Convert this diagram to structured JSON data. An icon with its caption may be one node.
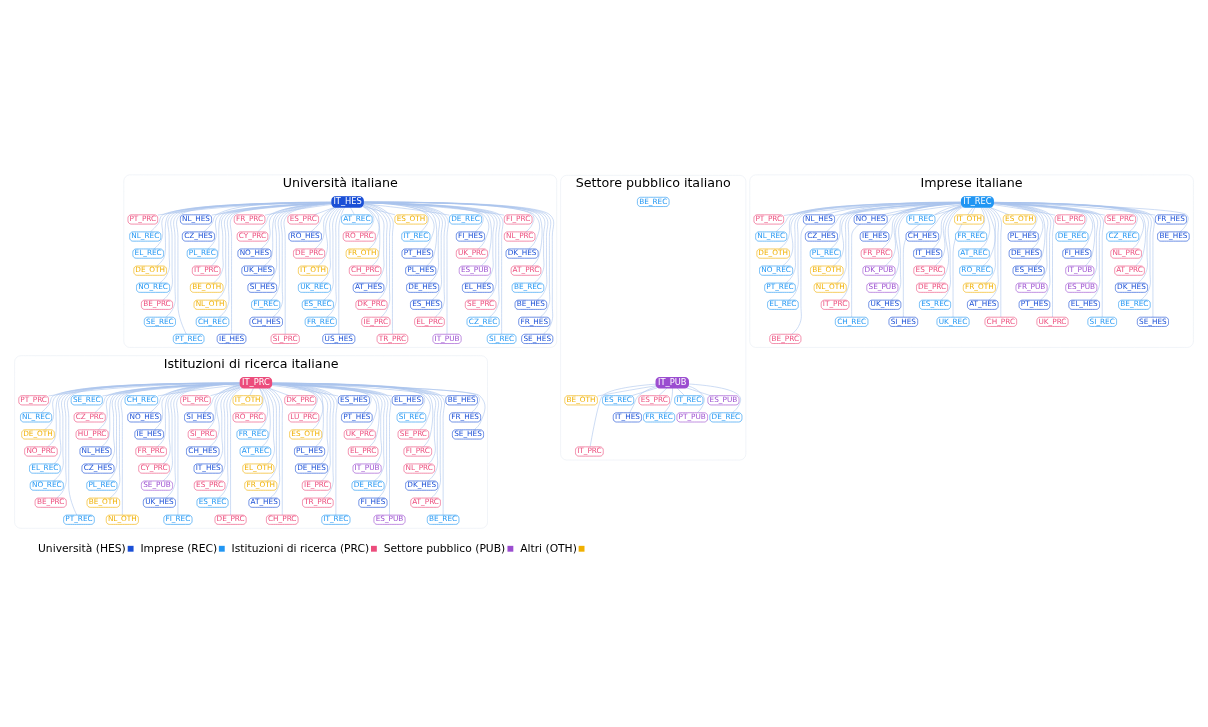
{
  "diagram": {
    "nodes": [
      {
        "text": [
          "Università italiane"
        ]
      },
      {
        "text": [
          "IT_HES"
        ],
        "in": 0
      },
      {
        "text": [
          "PT_PRC"
        ],
        "in": 0
      },
      {
        "text": [
          "NL_REC"
        ],
        "in": 0
      },
      {
        "text": [
          "EL_REC"
        ],
        "in": 0
      },
      {
        "text": [
          "DE_OTH"
        ],
        "in": 0
      },
      {
        "text": [
          "NO_REC"
        ],
        "in": 0
      },
      {
        "text": [
          "BE_PRC"
        ],
        "in": 0
      },
      {
        "text": [
          "SE_REC"
        ],
        "in": 0
      },
      {
        "text": [
          "PT_REC"
        ],
        "in": 0
      },
      {
        "text": [
          "NL_HES"
        ],
        "in": 0
      },
      {
        "text": [
          "CZ_HES"
        ],
        "in": 0
      },
      {
        "text": [
          "PL_REC"
        ],
        "in": 0
      },
      {
        "text": [
          "IT_PRC"
        ],
        "in": 0
      },
      {
        "text": [
          "BE_OTH"
        ],
        "in": 0
      },
      {
        "text": [
          "NL_OTH"
        ],
        "in": 0
      },
      {
        "text": [
          "CH_REC"
        ],
        "in": 0
      },
      {
        "text": [
          "IE_HES"
        ],
        "in": 0
      },
      {
        "text": [
          "FR_PRC"
        ],
        "in": 0
      },
      {
        "text": [
          "CY_PRC"
        ],
        "in": 0
      },
      {
        "text": [
          "NO_HES"
        ],
        "in": 0
      },
      {
        "text": [
          "UK_HES"
        ],
        "in": 0
      },
      {
        "text": [
          "SI_HES"
        ],
        "in": 0
      },
      {
        "text": [
          "FI_REC"
        ],
        "in": 0
      },
      {
        "text": [
          "CH_HES"
        ],
        "in": 0
      },
      {
        "text": [
          "SI_PRC"
        ],
        "in": 0
      },
      {
        "text": [
          "ES_PRC"
        ],
        "in": 0
      },
      {
        "text": [
          "RO_HES"
        ],
        "in": 0
      },
      {
        "text": [
          "DE_PRC"
        ],
        "in": 0
      },
      {
        "text": [
          "IT_OTH"
        ],
        "in": 0
      },
      {
        "text": [
          "UK_REC"
        ],
        "in": 0
      },
      {
        "text": [
          "ES_REC"
        ],
        "in": 0
      },
      {
        "text": [
          "FR_REC"
        ],
        "in": 0
      },
      {
        "text": [
          "US_HES"
        ],
        "in": 0
      },
      {
        "text": [
          "AT_REC"
        ],
        "in": 0
      },
      {
        "text": [
          "RO_PRC"
        ],
        "in": 0
      },
      {
        "text": [
          "FR_OTH"
        ],
        "in": 0
      },
      {
        "text": [
          "CH_PRC"
        ],
        "in": 0
      },
      {
        "text": [
          "AT_HES"
        ],
        "in": 0
      },
      {
        "text": [
          "DK_PRC"
        ],
        "in": 0
      },
      {
        "text": [
          "IE_PRC"
        ],
        "in": 0
      },
      {
        "text": [
          "TR_PRC"
        ],
        "in": 0
      },
      {
        "text": [
          "ES_OTH"
        ],
        "in": 0
      },
      {
        "text": [
          "IT_REC"
        ],
        "in": 0
      },
      {
        "text": [
          "PT_HES"
        ],
        "in": 0
      },
      {
        "text": [
          "PL_HES"
        ],
        "in": 0
      },
      {
        "text": [
          "DE_HES"
        ],
        "in": 0
      },
      {
        "text": [
          "ES_HES"
        ],
        "in": 0
      },
      {
        "text": [
          "EL_PRC"
        ],
        "in": 0
      },
      {
        "text": [
          "IT_PUB"
        ],
        "in": 0
      },
      {
        "text": [
          "DE_REC"
        ],
        "in": 0
      },
      {
        "text": [
          "FI_HES"
        ],
        "in": 0
      },
      {
        "text": [
          "UK_PRC"
        ],
        "in": 0
      },
      {
        "text": [
          "ES_PUB"
        ],
        "in": 0
      },
      {
        "text": [
          "EL_HES"
        ],
        "in": 0
      },
      {
        "text": [
          "SE_PRC"
        ],
        "in": 0
      },
      {
        "text": [
          "CZ_REC"
        ],
        "in": 0
      },
      {
        "text": [
          "SI_REC"
        ],
        "in": 0
      },
      {
        "text": [
          "FI_PRC"
        ],
        "in": 0
      },
      {
        "text": [
          "NL_PRC"
        ],
        "in": 0
      },
      {
        "text": [
          "DK_HES"
        ],
        "in": 0
      },
      {
        "text": [
          "AT_PRC"
        ],
        "in": 0
      },
      {
        "text": [
          "BE_REC"
        ],
        "in": 0
      },
      {
        "text": [
          "BE_HES"
        ],
        "in": 0
      },
      {
        "text": [
          "FR_HES"
        ],
        "in": 0
      },
      {
        "text": [
          "SE_HES"
        ],
        "in": 0
      },
      {
        "text": [
          "Imprese italiane"
        ]
      },
      {
        "text": [
          "IT_REC"
        ],
        "in": 66
      },
      {
        "text": [
          "PT_PRC"
        ],
        "in": 66
      },
      {
        "text": [
          "NL_REC"
        ],
        "in": 66
      },
      {
        "text": [
          "DE_OTH"
        ],
        "in": 66
      },
      {
        "text": [
          "NO_REC"
        ],
        "in": 66
      },
      {
        "text": [
          "PT_REC"
        ],
        "in": 66
      },
      {
        "text": [
          "EL_REC"
        ],
        "in": 66
      },
      {
        "text": [
          "BE_PRC"
        ],
        "in": 66
      },
      {
        "text": [
          "NL_HES"
        ],
        "in": 66
      },
      {
        "text": [
          "CZ_HES"
        ],
        "in": 66
      },
      {
        "text": [
          "PL_REC"
        ],
        "in": 66
      },
      {
        "text": [
          "BE_OTH"
        ],
        "in": 66
      },
      {
        "text": [
          "NL_OTH"
        ],
        "in": 66
      },
      {
        "text": [
          "IT_PRC"
        ],
        "in": 66
      },
      {
        "text": [
          "CH_REC"
        ],
        "in": 66
      },
      {
        "text": [
          "NO_HES"
        ],
        "in": 66
      },
      {
        "text": [
          "IE_HES"
        ],
        "in": 66
      },
      {
        "text": [
          "FR_PRC"
        ],
        "in": 66
      },
      {
        "text": [
          "DK_PUB"
        ],
        "in": 66
      },
      {
        "text": [
          "SE_PUB"
        ],
        "in": 66
      },
      {
        "text": [
          "UK_HES"
        ],
        "in": 66
      },
      {
        "text": [
          "SI_HES"
        ],
        "in": 66
      },
      {
        "text": [
          "FI_REC"
        ],
        "in": 66
      },
      {
        "text": [
          "CH_HES"
        ],
        "in": 66
      },
      {
        "text": [
          "IT_HES"
        ],
        "in": 66
      },
      {
        "text": [
          "ES_PRC"
        ],
        "in": 66
      },
      {
        "text": [
          "DE_PRC"
        ],
        "in": 66
      },
      {
        "text": [
          "ES_REC"
        ],
        "in": 66
      },
      {
        "text": [
          "UK_REC"
        ],
        "in": 66
      },
      {
        "text": [
          "IT_OTH"
        ],
        "in": 66
      },
      {
        "text": [
          "FR_REC"
        ],
        "in": 66
      },
      {
        "text": [
          "AT_REC"
        ],
        "in": 66
      },
      {
        "text": [
          "RO_REC"
        ],
        "in": 66
      },
      {
        "text": [
          "FR_OTH"
        ],
        "in": 66
      },
      {
        "text": [
          "AT_HES"
        ],
        "in": 66
      },
      {
        "text": [
          "CH_PRC"
        ],
        "in": 66
      },
      {
        "text": [
          "ES_OTH"
        ],
        "in": 66
      },
      {
        "text": [
          "PL_HES"
        ],
        "in": 66
      },
      {
        "text": [
          "DE_HES"
        ],
        "in": 66
      },
      {
        "text": [
          "ES_HES"
        ],
        "in": 66
      },
      {
        "text": [
          "FR_PUB"
        ],
        "in": 66
      },
      {
        "text": [
          "PT_HES"
        ],
        "in": 66
      },
      {
        "text": [
          "UK_PRC"
        ],
        "in": 66
      },
      {
        "text": [
          "EL_PRC"
        ],
        "in": 66
      },
      {
        "text": [
          "DE_REC"
        ],
        "in": 66
      },
      {
        "text": [
          "FI_HES"
        ],
        "in": 66
      },
      {
        "text": [
          "IT_PUB"
        ],
        "in": 66
      },
      {
        "text": [
          "ES_PUB"
        ],
        "in": 66
      },
      {
        "text": [
          "EL_HES"
        ],
        "in": 66
      },
      {
        "text": [
          "SI_REC"
        ],
        "in": 66
      },
      {
        "text": [
          "SE_PRC"
        ],
        "in": 66
      },
      {
        "text": [
          "CZ_REC"
        ],
        "in": 66
      },
      {
        "text": [
          "NL_PRC"
        ],
        "in": 66
      },
      {
        "text": [
          "AT_PRC"
        ],
        "in": 66
      },
      {
        "text": [
          "DK_HES"
        ],
        "in": 66
      },
      {
        "text": [
          "BE_REC"
        ],
        "in": 66
      },
      {
        "text": [
          "SE_HES"
        ],
        "in": 66
      },
      {
        "text": [
          "FR_HES"
        ],
        "in": 66
      },
      {
        "text": [
          "BE_HES"
        ],
        "in": 66
      },
      {
        "text": [
          "Istituzioni di ricerca italiane"
        ]
      },
      {
        "text": [
          "IT_PRC"
        ],
        "in": 126
      },
      {
        "text": [
          "PT_PRC"
        ],
        "in": 126
      },
      {
        "text": [
          "NL_REC"
        ],
        "in": 126
      },
      {
        "text": [
          "DE_OTH"
        ],
        "in": 126
      },
      {
        "text": [
          "NO_PRC"
        ],
        "in": 126
      },
      {
        "text": [
          "EL_REC"
        ],
        "in": 126
      },
      {
        "text": [
          "NO_REC"
        ],
        "in": 126
      },
      {
        "text": [
          "BE_PRC"
        ],
        "in": 126
      },
      {
        "text": [
          "PT_REC"
        ],
        "in": 126
      },
      {
        "text": [
          "SE_REC"
        ],
        "in": 126
      },
      {
        "text": [
          "CZ_PRC"
        ],
        "in": 126
      },
      {
        "text": [
          "HU_PRC"
        ],
        "in": 126
      },
      {
        "text": [
          "NL_HES"
        ],
        "in": 126
      },
      {
        "text": [
          "CZ_HES"
        ],
        "in": 126
      },
      {
        "text": [
          "PL_REC"
        ],
        "in": 126
      },
      {
        "text": [
          "BE_OTH"
        ],
        "in": 126
      },
      {
        "text": [
          "NL_OTH"
        ],
        "in": 126
      },
      {
        "text": [
          "CH_REC"
        ],
        "in": 126
      },
      {
        "text": [
          "NO_HES"
        ],
        "in": 126
      },
      {
        "text": [
          "IE_HES"
        ],
        "in": 126
      },
      {
        "text": [
          "FR_PRC"
        ],
        "in": 126
      },
      {
        "text": [
          "CY_PRC"
        ],
        "in": 126
      },
      {
        "text": [
          "SE_PUB"
        ],
        "in": 126
      },
      {
        "text": [
          "UK_HES"
        ],
        "in": 126
      },
      {
        "text": [
          "FI_REC"
        ],
        "in": 126
      },
      {
        "text": [
          "PL_PRC"
        ],
        "in": 126
      },
      {
        "text": [
          "SI_HES"
        ],
        "in": 126
      },
      {
        "text": [
          "SI_PRC"
        ],
        "in": 126
      },
      {
        "text": [
          "CH_HES"
        ],
        "in": 126
      },
      {
        "text": [
          "IT_HES"
        ],
        "in": 126
      },
      {
        "text": [
          "ES_PRC"
        ],
        "in": 126
      },
      {
        "text": [
          "ES_REC"
        ],
        "in": 126
      },
      {
        "text": [
          "DE_PRC"
        ],
        "in": 126
      },
      {
        "text": [
          "IT_OTH"
        ],
        "in": 126
      },
      {
        "text": [
          "RO_PRC"
        ],
        "in": 126
      },
      {
        "text": [
          "FR_REC"
        ],
        "in": 126
      },
      {
        "text": [
          "AT_REC"
        ],
        "in": 126
      },
      {
        "text": [
          "EL_OTH"
        ],
        "in": 126
      },
      {
        "text": [
          "FR_OTH"
        ],
        "in": 126
      },
      {
        "text": [
          "AT_HES"
        ],
        "in": 126
      },
      {
        "text": [
          "CH_PRC"
        ],
        "in": 126
      },
      {
        "text": [
          "DK_PRC"
        ],
        "in": 126
      },
      {
        "text": [
          "LU_PRC"
        ],
        "in": 126
      },
      {
        "text": [
          "ES_OTH"
        ],
        "in": 126
      },
      {
        "text": [
          "PL_HES"
        ],
        "in": 126
      },
      {
        "text": [
          "DE_HES"
        ],
        "in": 126
      },
      {
        "text": [
          "IE_PRC"
        ],
        "in": 126
      },
      {
        "text": [
          "TR_PRC"
        ],
        "in": 126
      },
      {
        "text": [
          "IT_REC"
        ],
        "in": 126
      },
      {
        "text": [
          "ES_HES"
        ],
        "in": 126
      },
      {
        "text": [
          "PT_HES"
        ],
        "in": 126
      },
      {
        "text": [
          "UK_PRC"
        ],
        "in": 126
      },
      {
        "text": [
          "EL_PRC"
        ],
        "in": 126
      },
      {
        "text": [
          "IT_PUB"
        ],
        "in": 126
      },
      {
        "text": [
          "DE_REC"
        ],
        "in": 126
      },
      {
        "text": [
          "FI_HES"
        ],
        "in": 126
      },
      {
        "text": [
          "ES_PUB"
        ],
        "in": 126
      },
      {
        "text": [
          "EL_HES"
        ],
        "in": 126
      },
      {
        "text": [
          "SI_REC"
        ],
        "in": 126
      },
      {
        "text": [
          "SE_PRC"
        ],
        "in": 126
      },
      {
        "text": [
          "FI_PRC"
        ],
        "in": 126
      },
      {
        "text": [
          "NL_PRC"
        ],
        "in": 126
      },
      {
        "text": [
          "DK_HES"
        ],
        "in": 126
      },
      {
        "text": [
          "AT_PRC"
        ],
        "in": 126
      },
      {
        "text": [
          "BE_REC"
        ],
        "in": 126
      },
      {
        "text": [
          "BE_HES"
        ],
        "in": 126
      },
      {
        "text": [
          "FR_HES"
        ],
        "in": 126
      },
      {
        "text": [
          "SE_HES"
        ],
        "in": 126
      },
      {
        "text": [
          "Settore pubblico italiano"
        ]
      },
      {
        "text": [
          "IT_PUB"
        ],
        "in": 195
      },
      {
        "text": [
          "BE_OTH"
        ],
        "in": 195
      },
      {
        "text": [
          "IT_PRC"
        ],
        "in": 195
      },
      {
        "text": [
          "ES_REC"
        ],
        "in": 195
      },
      {
        "text": [
          "IT_HES"
        ],
        "in": 195
      },
      {
        "text": [
          "ES_PRC"
        ],
        "in": 195
      },
      {
        "text": [
          "FR_REC"
        ],
        "in": 195
      },
      {
        "text": [
          "IT_REC"
        ],
        "in": 195
      },
      {
        "text": [
          "PT_PUB"
        ],
        "in": 195
      },
      {
        "text": [
          "ES_PUB"
        ],
        "in": 195
      },
      {
        "text": [
          "DE_REC"
        ],
        "in": 195
      },
      {
        "text": [
          "BE_REC"
        ],
        "in": 195
      }
    ],
    "edges": [
      {
        "from": 1,
        "to": 2,
        "arrow": "none"
      },
      {
        "from": 1,
        "to": 3,
        "arrow": "none"
      },
      {
        "from": 1,
        "to": 4,
        "arrow": "none"
      },
      {
        "from": 1,
        "to": 5,
        "arrow": "none"
      },
      {
        "from": 1,
        "to": 6,
        "arrow": "none"
      },
      {
        "from": 1,
        "to": 7,
        "arrow": "none"
      },
      {
        "from": 1,
        "to": 8,
        "arrow": "none"
      },
      {
        "from": 1,
        "to": 9,
        "arrow": "none"
      },
      {
        "from": 1,
        "to": 10,
        "arrow": "none"
      },
      {
        "from": 1,
        "to": 11,
        "arrow": "none"
      },
      {
        "from": 1,
        "to": 12,
        "arrow": "none"
      },
      {
        "from": 1,
        "to": 13,
        "arrow": "none"
      },
      {
        "from": 1,
        "to": 14,
        "arrow": "none"
      },
      {
        "from": 1,
        "to": 15,
        "arrow": "none"
      },
      {
        "from": 1,
        "to": 16,
        "arrow": "none"
      },
      {
        "from": 1,
        "to": 17,
        "arrow": "none"
      },
      {
        "from": 1,
        "to": 18,
        "arrow": "none"
      },
      {
        "from": 1,
        "to": 19,
        "arrow": "none"
      },
      {
        "from": 1,
        "to": 20,
        "arrow": "none"
      },
      {
        "from": 1,
        "to": 21,
        "arrow": "none"
      },
      {
        "from": 1,
        "to": 22,
        "arrow": "none"
      },
      {
        "from": 1,
        "to": 23,
        "arrow": "none"
      },
      {
        "from": 1,
        "to": 24,
        "arrow": "none"
      },
      {
        "from": 1,
        "to": 25,
        "arrow": "none"
      },
      {
        "from": 1,
        "to": 26,
        "arrow": "none"
      },
      {
        "from": 1,
        "to": 27,
        "arrow": "none"
      },
      {
        "from": 1,
        "to": 28,
        "arrow": "none"
      },
      {
        "from": 1,
        "to": 29,
        "arrow": "none"
      },
      {
        "from": 1,
        "to": 30,
        "arrow": "none"
      },
      {
        "from": 1,
        "to": 31,
        "arrow": "none"
      },
      {
        "from": 1,
        "to": 32,
        "arrow": "none"
      },
      {
        "from": 1,
        "to": 33,
        "arrow": "none"
      },
      {
        "from": 1,
        "to": 34,
        "arrow": "none"
      },
      {
        "from": 1,
        "to": 35,
        "arrow": "none"
      },
      {
        "from": 1,
        "to": 36,
        "arrow": "none"
      },
      {
        "from": 1,
        "to": 37,
        "arrow": "none"
      },
      {
        "from": 1,
        "to": 38,
        "arrow": "none"
      },
      {
        "from": 1,
        "to": 39,
        "arrow": "none"
      },
      {
        "from": 1,
        "to": 40,
        "arrow": "none"
      },
      {
        "from": 1,
        "to": 41,
        "arrow": "none"
      },
      {
        "from": 1,
        "to": 42,
        "arrow": "none"
      },
      {
        "from": 1,
        "to": 43,
        "arrow": "none"
      },
      {
        "from": 1,
        "to": 44,
        "arrow": "none"
      },
      {
        "from": 1,
        "to": 45,
        "arrow": "none"
      },
      {
        "from": 1,
        "to": 46,
        "arrow": "none"
      },
      {
        "from": 1,
        "to": 47,
        "arrow": "none"
      },
      {
        "from": 1,
        "to": 48,
        "arrow": "none"
      },
      {
        "from": 1,
        "to": 49,
        "arrow": "none"
      },
      {
        "from": 1,
        "to": 50,
        "arrow": "none"
      },
      {
        "from": 1,
        "to": 51,
        "arrow": "none"
      },
      {
        "from": 1,
        "to": 52,
        "arrow": "none"
      },
      {
        "from": 1,
        "to": 53,
        "arrow": "none"
      },
      {
        "from": 1,
        "to": 54,
        "arrow": "none"
      },
      {
        "from": 1,
        "to": 55,
        "arrow": "none"
      },
      {
        "from": 1,
        "to": 56,
        "arrow": "none"
      },
      {
        "from": 1,
        "to": 57,
        "arrow": "none"
      },
      {
        "from": 1,
        "to": 58,
        "arrow": "none"
      },
      {
        "from": 1,
        "to": 59,
        "arrow": "none"
      },
      {
        "from": 1,
        "to": 60,
        "arrow": "none"
      },
      {
        "from": 1,
        "to": 61,
        "arrow": "none"
      },
      {
        "from": 1,
        "to": 62,
        "arrow": "none"
      },
      {
        "from": 1,
        "to": 63,
        "arrow": "none"
      },
      {
        "from": 1,
        "to": 64,
        "arrow": "none"
      },
      {
        "from": 1,
        "to": 65,
        "arrow": "none"
      },
      {
        "from": 67,
        "to": 68,
        "arrow": "none"
      },
      {
        "from": 67,
        "to": 69,
        "arrow": "none"
      },
      {
        "from": 67,
        "to": 70,
        "arrow": "none"
      },
      {
        "from": 67,
        "to": 71,
        "arrow": "none"
      },
      {
        "from": 67,
        "to": 72,
        "arrow": "none"
      },
      {
        "from": 67,
        "to": 73,
        "arrow": "none"
      },
      {
        "from": 67,
        "to": 74,
        "arrow": "none"
      },
      {
        "from": 67,
        "to": 75,
        "arrow": "none"
      },
      {
        "from": 67,
        "to": 76,
        "arrow": "none"
      },
      {
        "from": 67,
        "to": 77,
        "arrow": "none"
      },
      {
        "from": 67,
        "to": 78,
        "arrow": "none"
      },
      {
        "from": 67,
        "to": 79,
        "arrow": "none"
      },
      {
        "from": 67,
        "to": 80,
        "arrow": "none"
      },
      {
        "from": 67,
        "to": 81,
        "arrow": "none"
      },
      {
        "from": 67,
        "to": 82,
        "arrow": "none"
      },
      {
        "from": 67,
        "to": 83,
        "arrow": "none"
      },
      {
        "from": 67,
        "to": 84,
        "arrow": "none"
      },
      {
        "from": 67,
        "to": 85,
        "arrow": "none"
      },
      {
        "from": 67,
        "to": 86,
        "arrow": "none"
      },
      {
        "from": 67,
        "to": 87,
        "arrow": "none"
      },
      {
        "from": 67,
        "to": 88,
        "arrow": "none"
      },
      {
        "from": 67,
        "to": 89,
        "arrow": "none"
      },
      {
        "from": 67,
        "to": 90,
        "arrow": "none"
      },
      {
        "from": 67,
        "to": 91,
        "arrow": "none"
      },
      {
        "from": 67,
        "to": 92,
        "arrow": "none"
      },
      {
        "from": 67,
        "to": 93,
        "arrow": "none"
      },
      {
        "from": 67,
        "to": 94,
        "arrow": "none"
      },
      {
        "from": 67,
        "to": 95,
        "arrow": "none"
      },
      {
        "from": 67,
        "to": 96,
        "arrow": "none"
      },
      {
        "from": 67,
        "to": 97,
        "arrow": "none"
      },
      {
        "from": 67,
        "to": 98,
        "arrow": "none"
      },
      {
        "from": 67,
        "to": 99,
        "arrow": "none"
      },
      {
        "from": 67,
        "to": 100,
        "arrow": "none"
      },
      {
        "from": 67,
        "to": 101,
        "arrow": "none"
      },
      {
        "from": 67,
        "to": 102,
        "arrow": "none"
      },
      {
        "from": 67,
        "to": 103,
        "arrow": "none"
      },
      {
        "from": 67,
        "to": 104,
        "arrow": "none"
      },
      {
        "from": 67,
        "to": 105,
        "arrow": "none"
      },
      {
        "from": 67,
        "to": 106,
        "arrow": "none"
      },
      {
        "from": 67,
        "to": 107,
        "arrow": "none"
      },
      {
        "from": 67,
        "to": 108,
        "arrow": "none"
      },
      {
        "from": 67,
        "to": 109,
        "arrow": "none"
      },
      {
        "from": 67,
        "to": 110,
        "arrow": "none"
      },
      {
        "from": 67,
        "to": 111,
        "arrow": "none"
      },
      {
        "from": 67,
        "to": 112,
        "arrow": "none"
      },
      {
        "from": 67,
        "to": 113,
        "arrow": "none"
      },
      {
        "from": 67,
        "to": 114,
        "arrow": "none"
      },
      {
        "from": 67,
        "to": 115,
        "arrow": "none"
      },
      {
        "from": 67,
        "to": 116,
        "arrow": "none"
      },
      {
        "from": 67,
        "to": 117,
        "arrow": "none"
      },
      {
        "from": 67,
        "to": 118,
        "arrow": "none"
      },
      {
        "from": 67,
        "to": 119,
        "arrow": "none"
      },
      {
        "from": 67,
        "to": 120,
        "arrow": "none"
      },
      {
        "from": 67,
        "to": 121,
        "arrow": "none"
      },
      {
        "from": 67,
        "to": 122,
        "arrow": "none"
      },
      {
        "from": 67,
        "to": 123,
        "arrow": "none"
      },
      {
        "from": 67,
        "to": 124,
        "arrow": "none"
      },
      {
        "from": 67,
        "to": 125,
        "arrow": "none"
      },
      {
        "from": 127,
        "to": 128,
        "arrow": "none"
      },
      {
        "from": 127,
        "to": 129,
        "arrow": "none"
      },
      {
        "from": 127,
        "to": 130,
        "arrow": "none"
      },
      {
        "from": 127,
        "to": 131,
        "arrow": "none"
      },
      {
        "from": 127,
        "to": 132,
        "arrow": "none"
      },
      {
        "from": 127,
        "to": 133,
        "arrow": "none"
      },
      {
        "from": 127,
        "to": 134,
        "arrow": "none"
      },
      {
        "from": 127,
        "to": 135,
        "arrow": "none"
      },
      {
        "from": 127,
        "to": 136,
        "arrow": "none"
      },
      {
        "from": 127,
        "to": 137,
        "arrow": "none"
      },
      {
        "from": 127,
        "to": 138,
        "arrow": "none"
      },
      {
        "from": 127,
        "to": 139,
        "arrow": "none"
      },
      {
        "from": 127,
        "to": 140,
        "arrow": "none"
      },
      {
        "from": 127,
        "to": 141,
        "arrow": "none"
      },
      {
        "from": 127,
        "to": 142,
        "arrow": "none"
      },
      {
        "from": 127,
        "to": 143,
        "arrow": "none"
      },
      {
        "from": 127,
        "to": 144,
        "arrow": "none"
      },
      {
        "from": 127,
        "to": 145,
        "arrow": "none"
      },
      {
        "from": 127,
        "to": 146,
        "arrow": "none"
      },
      {
        "from": 127,
        "to": 147,
        "arrow": "none"
      },
      {
        "from": 127,
        "to": 148,
        "arrow": "none"
      },
      {
        "from": 127,
        "to": 149,
        "arrow": "none"
      },
      {
        "from": 127,
        "to": 150,
        "arrow": "none"
      },
      {
        "from": 127,
        "to": 151,
        "arrow": "none"
      },
      {
        "from": 127,
        "to": 152,
        "arrow": "none"
      },
      {
        "from": 127,
        "to": 153,
        "arrow": "none"
      },
      {
        "from": 127,
        "to": 154,
        "arrow": "none"
      },
      {
        "from": 127,
        "to": 155,
        "arrow": "none"
      },
      {
        "from": 127,
        "to": 156,
        "arrow": "none"
      },
      {
        "from": 127,
        "to": 157,
        "arrow": "none"
      },
      {
        "from": 127,
        "to": 158,
        "arrow": "none"
      },
      {
        "from": 127,
        "to": 159,
        "arrow": "none"
      },
      {
        "from": 127,
        "to": 160,
        "arrow": "none"
      },
      {
        "from": 127,
        "to": 161,
        "arrow": "none"
      },
      {
        "from": 127,
        "to": 162,
        "arrow": "none"
      },
      {
        "from": 127,
        "to": 163,
        "arrow": "none"
      },
      {
        "from": 127,
        "to": 164,
        "arrow": "none"
      },
      {
        "from": 127,
        "to": 165,
        "arrow": "none"
      },
      {
        "from": 127,
        "to": 166,
        "arrow": "none"
      },
      {
        "from": 127,
        "to": 167,
        "arrow": "none"
      },
      {
        "from": 127,
        "to": 168,
        "arrow": "none"
      },
      {
        "from": 127,
        "to": 169,
        "arrow": "none"
      },
      {
        "from": 127,
        "to": 170,
        "arrow": "none"
      },
      {
        "from": 127,
        "to": 171,
        "arrow": "none"
      },
      {
        "from": 127,
        "to": 172,
        "arrow": "none"
      },
      {
        "from": 127,
        "to": 173,
        "arrow": "none"
      },
      {
        "from": 127,
        "to": 174,
        "arrow": "none"
      },
      {
        "from": 127,
        "to": 175,
        "arrow": "none"
      },
      {
        "from": 127,
        "to": 176,
        "arrow": "none"
      },
      {
        "from": 127,
        "to": 177,
        "arrow": "none"
      },
      {
        "from": 127,
        "to": 178,
        "arrow": "none"
      },
      {
        "from": 127,
        "to": 179,
        "arrow": "none"
      },
      {
        "from": 127,
        "to": 180,
        "arrow": "none"
      },
      {
        "from": 127,
        "to": 181,
        "arrow": "none"
      },
      {
        "from": 127,
        "to": 182,
        "arrow": "none"
      },
      {
        "from": 127,
        "to": 183,
        "arrow": "none"
      },
      {
        "from": 127,
        "to": 184,
        "arrow": "none"
      },
      {
        "from": 127,
        "to": 185,
        "arrow": "none"
      },
      {
        "from": 127,
        "to": 186,
        "arrow": "none"
      },
      {
        "from": 127,
        "to": 187,
        "arrow": "none"
      },
      {
        "from": 127,
        "to": 188,
        "arrow": "none"
      },
      {
        "from": 127,
        "to": 189,
        "arrow": "none"
      },
      {
        "from": 127,
        "to": 190,
        "arrow": "none"
      },
      {
        "from": 127,
        "to": 191,
        "arrow": "none"
      },
      {
        "from": 127,
        "to": 192,
        "arrow": "none"
      },
      {
        "from": 127,
        "to": 193,
        "arrow": "none"
      },
      {
        "from": 127,
        "to": 194,
        "arrow": "none"
      },
      {
        "from": 196,
        "to": 197,
        "arrow": "none"
      },
      {
        "from": 196,
        "to": 198,
        "arrow": "none"
      },
      {
        "from": 196,
        "to": 199,
        "arrow": "none"
      },
      {
        "from": 196,
        "to": 200,
        "arrow": "none"
      },
      {
        "from": 196,
        "to": 201,
        "arrow": "none"
      },
      {
        "from": 196,
        "to": 202,
        "arrow": "none"
      },
      {
        "from": 196,
        "to": 203,
        "arrow": "none"
      },
      {
        "from": 196,
        "to": 204,
        "arrow": "none"
      },
      {
        "from": 196,
        "to": 205,
        "arrow": "none"
      },
      {
        "from": 196,
        "to": 206,
        "arrow": "none"
      }
    ],
    "legend": [
      {
        "text": "Università (HES)",
        "color": "#1a4fd6"
      },
      {
        "text": "Imprese (REC)",
        "color": "#2196f3"
      },
      {
        "text": "Istituzioni di ricerca (PRC)",
        "color": "#ec4c7c"
      },
      {
        "text": "Settore pubblico (PUB)",
        "color": "#9b4dd0"
      },
      {
        "text": "Altri (OTH)",
        "color": "#f0b000"
      }
    ]
  }
}
